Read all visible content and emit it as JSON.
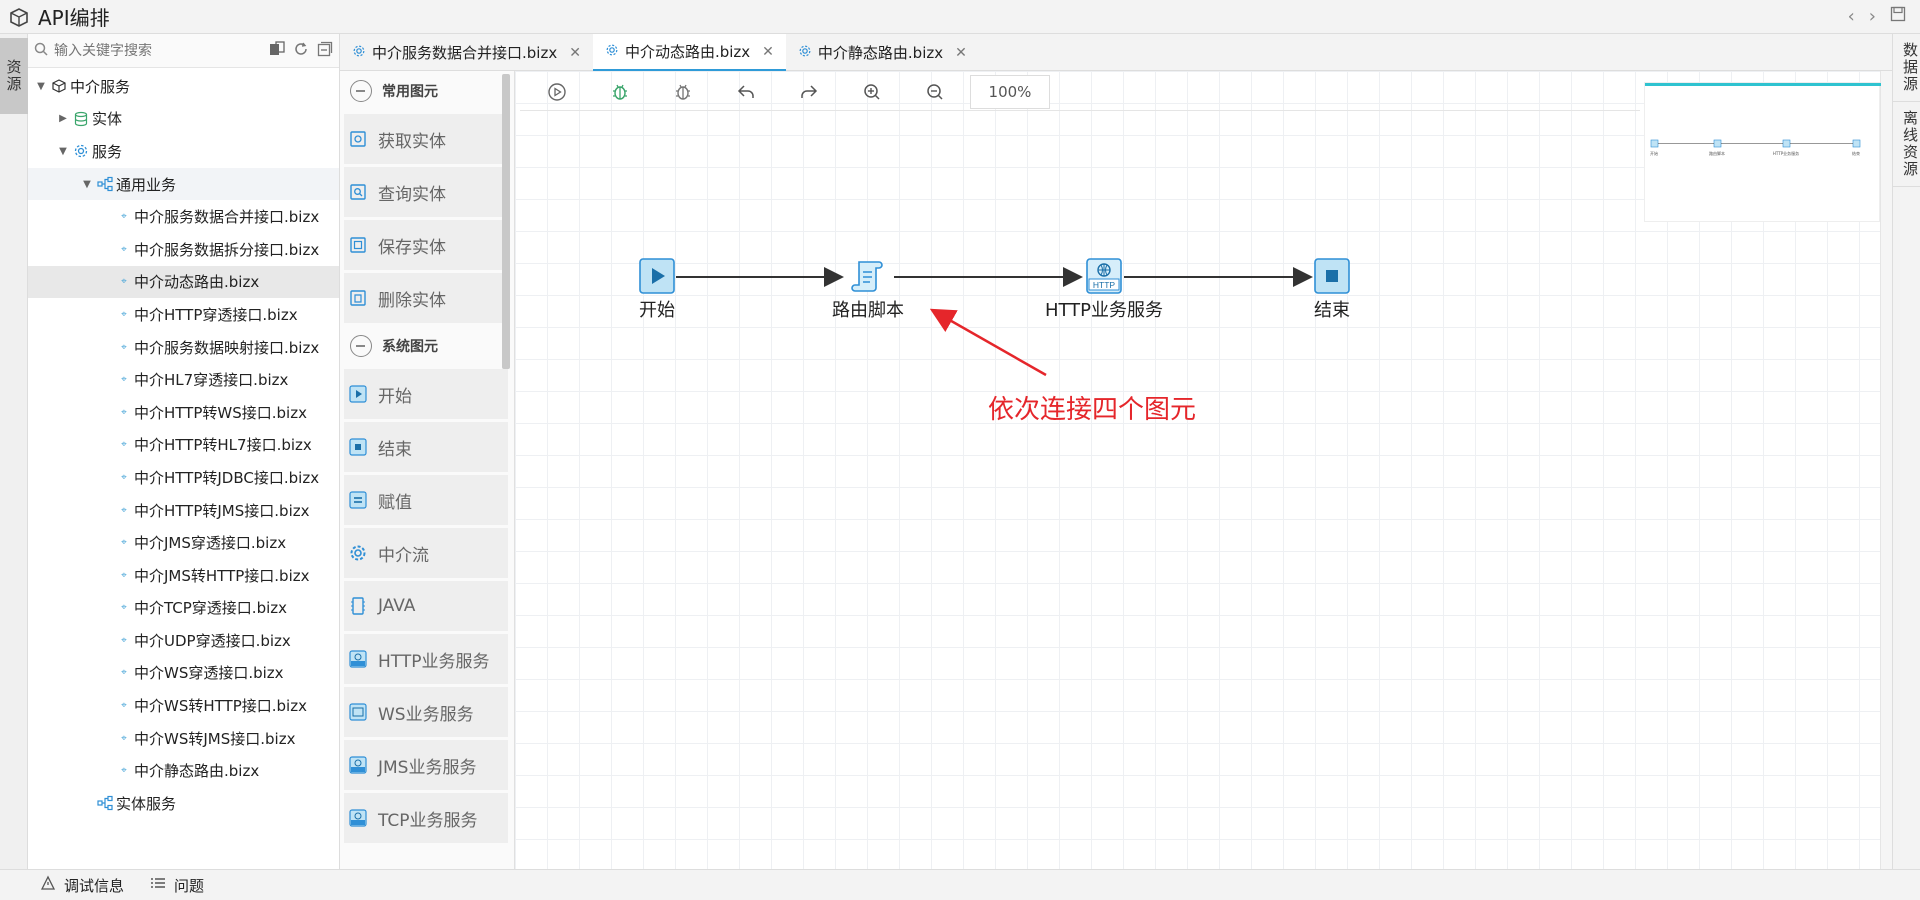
{
  "app": {
    "title": "API编排"
  },
  "left_rail": {
    "tab": "资源"
  },
  "right_rail": {
    "tabs": [
      "数据源",
      "离线资源"
    ]
  },
  "resource_panel": {
    "search_placeholder": "输入关键字搜索",
    "tree": {
      "root": "中介服务",
      "entity": "实体",
      "service": "服务",
      "common": "通用业务",
      "files": [
        "中介服务数据合并接口.bizx",
        "中介服务数据拆分接口.bizx",
        "中介动态路由.bizx",
        "中介HTTP穿透接口.bizx",
        "中介服务数据映射接口.bizx",
        "中介HL7穿透接口.bizx",
        "中介HTTP转WS接口.bizx",
        "中介HTTP转HL7接口.bizx",
        "中介HTTP转JDBC接口.bizx",
        "中介HTTP转JMS接口.bizx",
        "中介JMS穿透接口.bizx",
        "中介JMS转HTTP接口.bizx",
        "中介TCP穿透接口.bizx",
        "中介UDP穿透接口.bizx",
        "中介WS穿透接口.bizx",
        "中介WS转HTTP接口.bizx",
        "中介WS转JMS接口.bizx",
        "中介静态路由.bizx"
      ],
      "entity_service": "实体服务"
    }
  },
  "editor_tabs": [
    "中介服务数据合并接口.bizx",
    "中介动态路由.bizx",
    "中介静态路由.bizx"
  ],
  "palette": {
    "group_common": "常用图元",
    "common_items": [
      "获取实体",
      "查询实体",
      "保存实体",
      "删除实体"
    ],
    "group_system": "系统图元",
    "system_items": [
      "开始",
      "结束",
      "赋值",
      "中介流",
      "JAVA",
      "HTTP业务服务",
      "WS业务服务",
      "JMS业务服务",
      "TCP业务服务"
    ]
  },
  "toolbar": {
    "zoom": "100%"
  },
  "flow": {
    "nodes": [
      {
        "label": "开始"
      },
      {
        "label": "路由脚本"
      },
      {
        "label": "HTTP业务服务"
      },
      {
        "label": "结束"
      }
    ],
    "annotation": "依次连接四个图元"
  },
  "minimap": {
    "labels": [
      "开始",
      "路由脚本",
      "HTTP业务服务",
      "结束"
    ]
  },
  "bottom_bar": {
    "items": [
      "调试信息",
      "问题"
    ]
  }
}
